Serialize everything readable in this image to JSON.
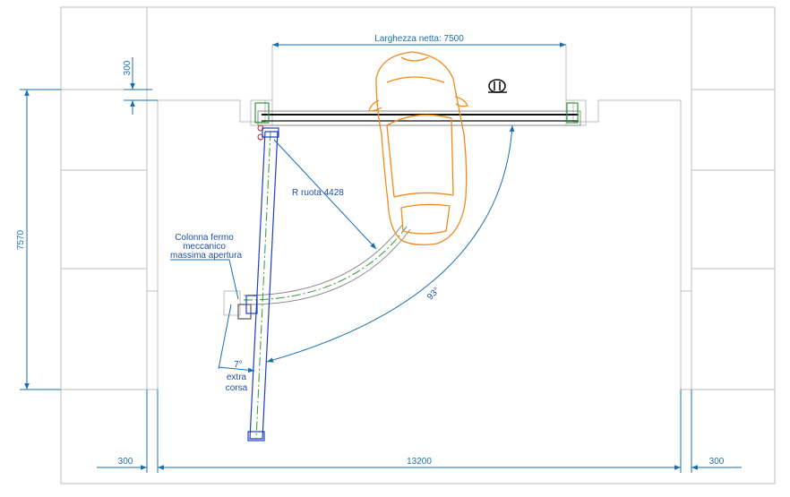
{
  "dimensions": {
    "net_width": "Larghezza netta: 7500",
    "top_offset": "300",
    "left_height": "7570",
    "bottom_left": "300",
    "bottom_total": "13200",
    "bottom_right": "300"
  },
  "annotations": {
    "wheel_radius": "R ruota 4428",
    "column_line1": "Colonna fermo",
    "column_line2": "meccanico",
    "column_line3": "massima apertura",
    "opening_angle": "93°",
    "extra_angle": "7°",
    "extra_line1": "extra",
    "extra_line2": "corsa"
  },
  "colors": {
    "dimension": "#1a6fb3",
    "door": "#1f3fbf",
    "car": "#f08a1c",
    "walls": "#b8b8b8",
    "track": "#8a8a8a",
    "guide": "#2e9b3a"
  }
}
